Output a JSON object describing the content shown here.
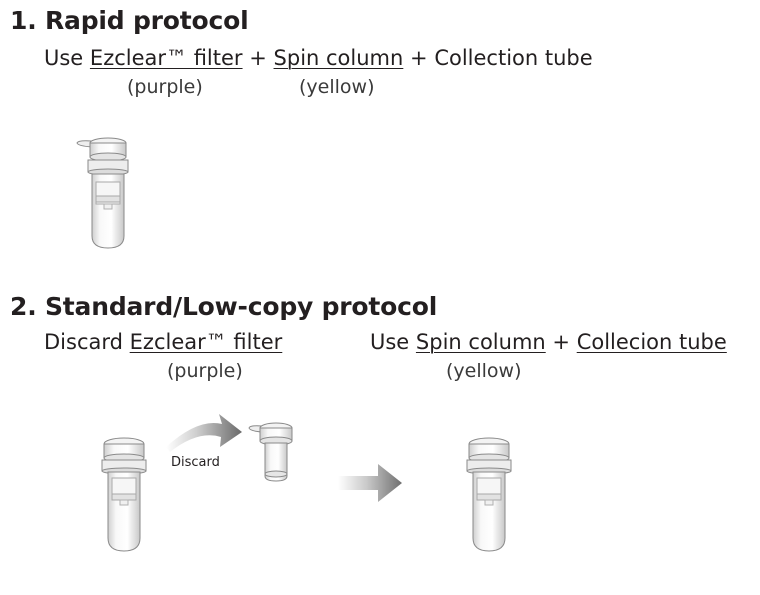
{
  "section1": {
    "heading": "1. Rapid protocol",
    "line": {
      "use": "Use",
      "filter": "Ezclear™ filter",
      "plus1": "+",
      "spin": "Spin column",
      "plus2": "+",
      "tube": "Collection tube"
    },
    "sub_filter": "(purple)",
    "sub_spin": "(yellow)"
  },
  "section2": {
    "heading": "2. Standard/Low-copy protocol",
    "left_line": {
      "discard": "Discard",
      "filter": "Ezclear™ filter"
    },
    "right_line": {
      "use": "Use",
      "spin": "Spin column",
      "plus": "+",
      "tube": "Collecion tube"
    },
    "sub_filter": "(purple)",
    "sub_spin": "(yellow)",
    "discard_label": "Discard"
  }
}
